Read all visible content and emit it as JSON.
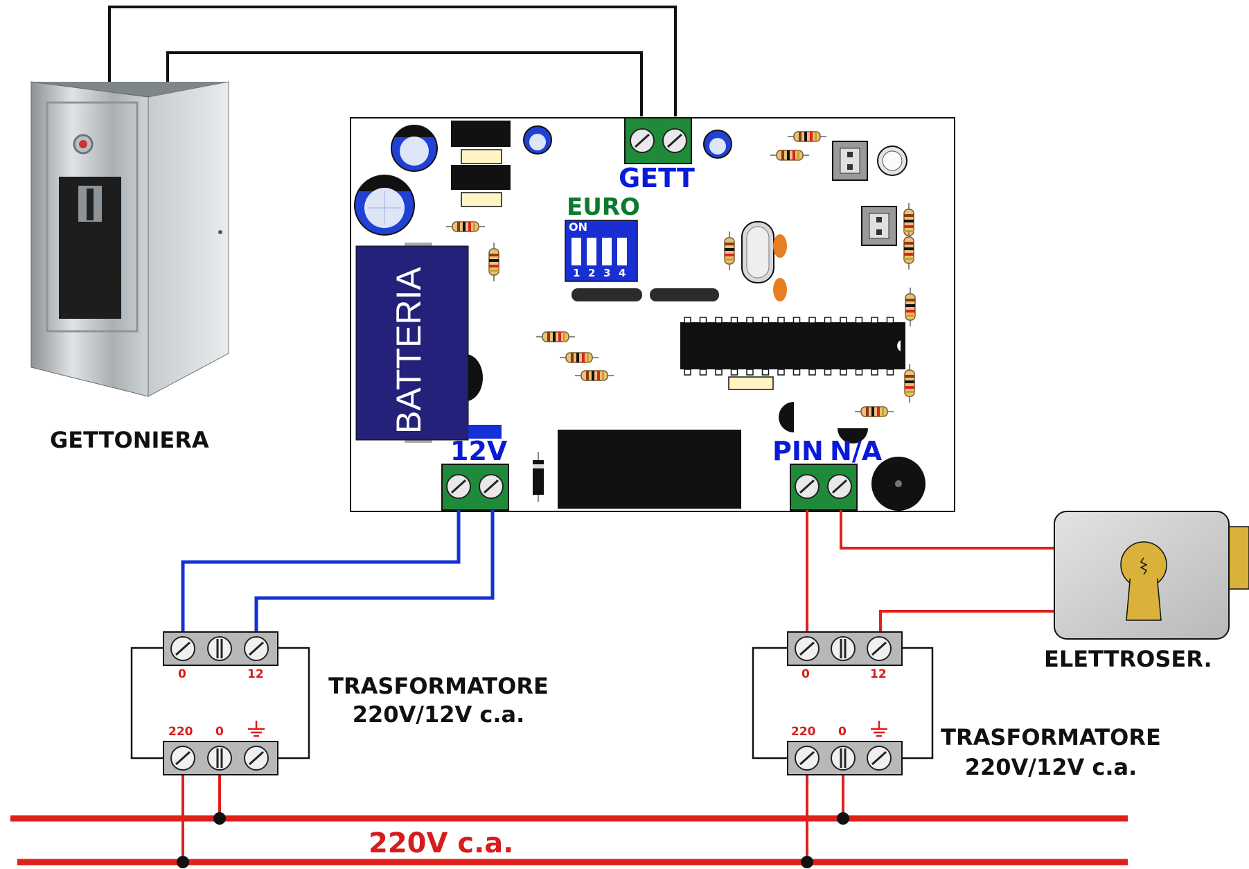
{
  "devices": {
    "coin_acceptor": "GETTONIERA",
    "electric_lock": "ELETTROSER.",
    "battery": "BATTERIA"
  },
  "board": {
    "coin_terminal": "GETT",
    "power_terminal": "12V",
    "output_terminal": "PIN N/A",
    "dip_title": "EURO",
    "dip_on": "ON",
    "dip_numbers": [
      "1",
      "2",
      "3",
      "4"
    ]
  },
  "transformers": [
    {
      "title_line1": "TRASFORMATORE",
      "title_line2": "220V/12V c.a.",
      "secondary": [
        "0",
        "12"
      ],
      "primary": [
        "220",
        "0"
      ]
    },
    {
      "title_line1": "TRASFORMATORE",
      "title_line2": "220V/12V c.a.",
      "secondary": [
        "0",
        "12"
      ],
      "primary": [
        "220",
        "0"
      ]
    }
  ],
  "mains_label": "220V c.a.",
  "colors": {
    "wire_black": "#111111",
    "wire_blue": "#1531d6",
    "wire_red": "#e0201b",
    "terminal_green": "#1e8a3a",
    "dip_blue": "#1a2fd1",
    "battery": "#23217a"
  }
}
